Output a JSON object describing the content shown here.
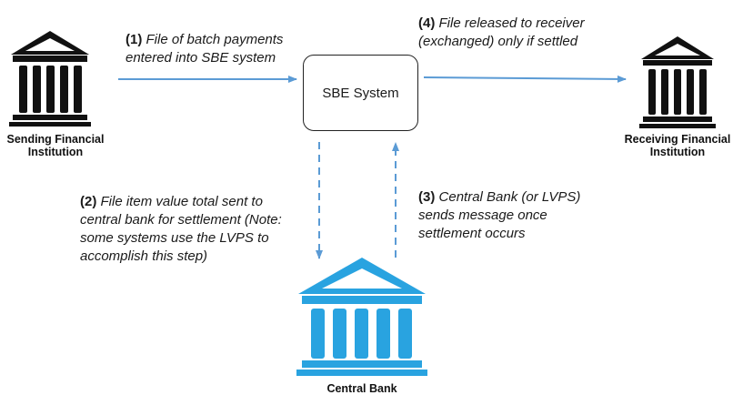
{
  "nodes": {
    "sending": {
      "label_line1": "Sending Financial",
      "label_line2": "Institution"
    },
    "receiving": {
      "label_line1": "Receiving Financial",
      "label_line2": "Institution"
    },
    "central": {
      "label": "Central Bank"
    },
    "sbe": {
      "label": "SBE System"
    }
  },
  "steps": [
    {
      "num": "(1)",
      "lines": [
        "File of batch payments",
        "entered into SBE system"
      ]
    },
    {
      "num": "(2)",
      "lines": [
        "File item value total sent to",
        "central bank for settlement (Note:",
        "some systems use the LVPS to",
        "accomplish this step)"
      ]
    },
    {
      "num": "(3)",
      "lines": [
        "Central Bank (or LVPS)",
        "sends message once",
        "settlement occurs"
      ]
    },
    {
      "num": "(4)",
      "lines": [
        "File released to receiver",
        "(exchanged) only if settled"
      ]
    }
  ],
  "colors": {
    "bank_dark": "#111111",
    "bank_blue": "#29a3e0",
    "arrow": "#5b9bd5",
    "box_border": "#222222"
  },
  "icons": {
    "sending": "bank-icon",
    "receiving": "bank-icon",
    "central": "bank-icon"
  }
}
